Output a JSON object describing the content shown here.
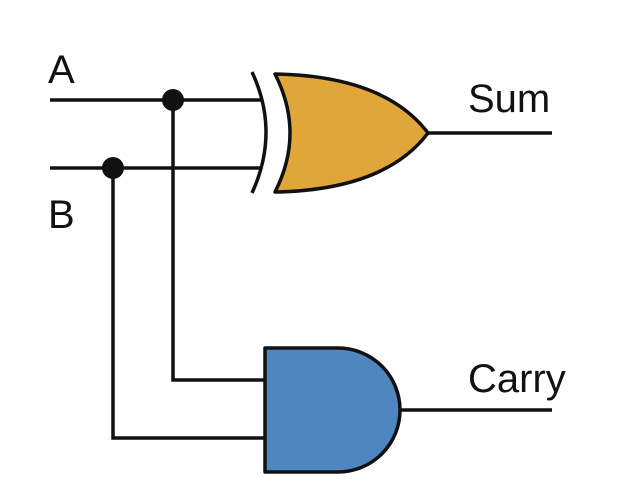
{
  "labels": {
    "input_a": "A",
    "input_b": "B",
    "output_sum": "Sum",
    "output_carry": "Carry"
  },
  "gates": {
    "xor": {
      "type": "XOR",
      "fill": "#E0A63A"
    },
    "and": {
      "type": "AND",
      "fill": "#4F86BF"
    }
  },
  "colors": {
    "wire": "#111111",
    "background": "#FFFFFF"
  }
}
